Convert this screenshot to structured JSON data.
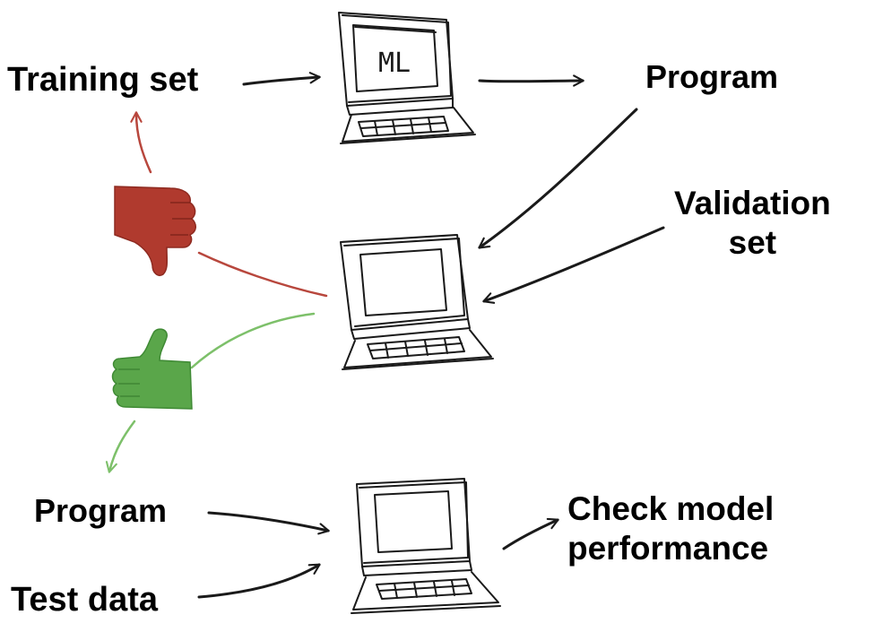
{
  "labels": {
    "training_set": "Training set",
    "program_top": "Program",
    "validation_line1": "Validation",
    "validation_line2": "set",
    "program_bottom": "Program",
    "test_data": "Test data",
    "check_line1": "Check model",
    "check_line2": "performance"
  },
  "computers": {
    "top_screen_text": "ML"
  },
  "colors": {
    "ink": "#1a1a1a",
    "thumbs_down": "#b03a2e",
    "thumbs_up": "#5aa64a",
    "red_stroke": "#b8473d",
    "green_stroke": "#7dc06a"
  },
  "icons": [
    "thumbs-down-icon",
    "thumbs-up-icon",
    "computer-icon"
  ]
}
